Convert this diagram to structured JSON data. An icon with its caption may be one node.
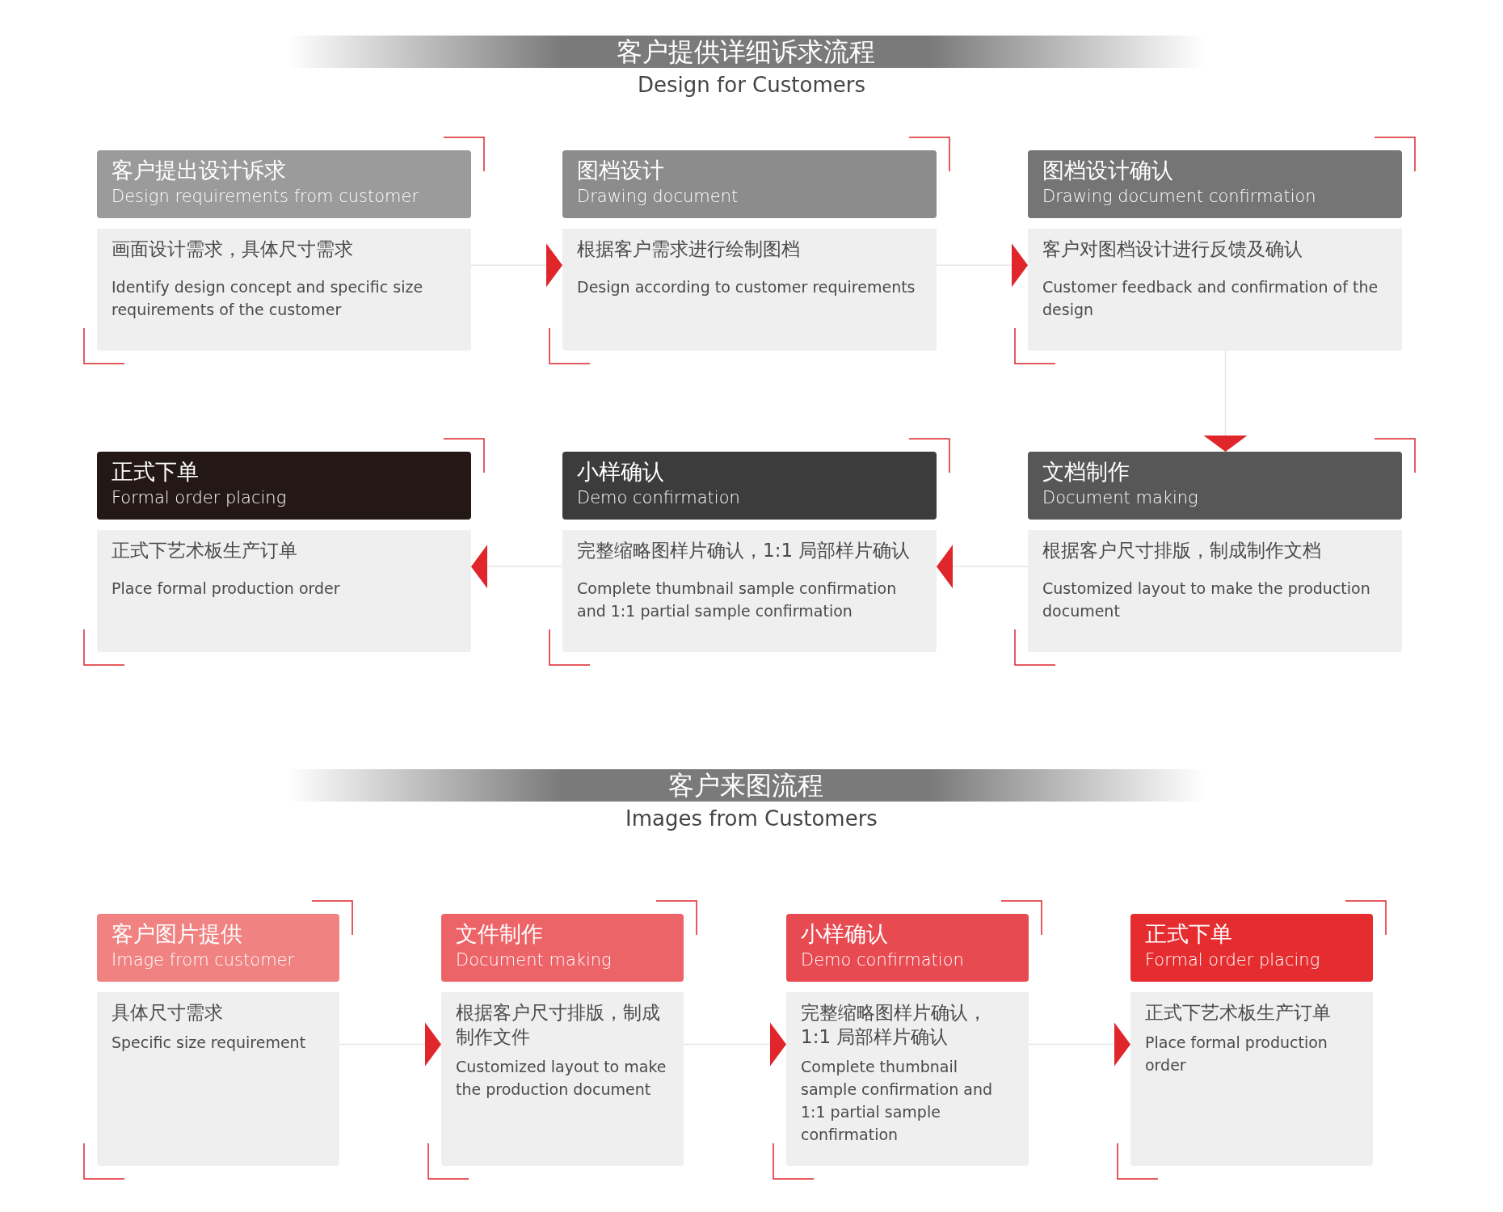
{
  "diagram": {
    "title": "客户提供详细诉求流程",
    "nodes": [
      {
        "text": [
          "客户提出设计诉求",
          "Design requirements from customer",
          "画面设计需求，具体尺寸需求",
          "Identify design concept and specific size requirements of the customer"
        ]
      },
      {
        "text": [
          "图档设计",
          "Drawing document",
          "根据客户需求进行绘制图档",
          "Design according to customer requirements"
        ]
      },
      {
        "text": [
          "图档设计确认",
          "Drawing document confirmation",
          "客户对图档设计进行反馈及确认",
          "Customer feedback and confirmation of the design"
        ]
      },
      {
        "text": [
          "正式下单",
          "Formal order placing",
          "正式下艺术板生产订单",
          "Place formal production order"
        ]
      },
      {
        "text": [
          "小样确认",
          "Demo confirmation",
          "完整缩略图样片确认，1:1 局部样片确认",
          "Complete thumbnail sample confirmation and 1:1 partial sample confirmation"
        ]
      },
      {
        "text": [
          "文档制作",
          "Document making",
          "根据客户尺寸排版，制成制作文档",
          "Customized layout to make the production document"
        ]
      },
      {
        "text": [
          "客户图片提供",
          "Image from customer",
          "具体尺寸需求",
          "Specific size requirement"
        ]
      },
      {
        "text": [
          "文件制作",
          "Document making",
          "根据客户尺寸排版，制成制作文件",
          "Customized layout to make the production document"
        ]
      },
      {
        "text": [
          "小样确认",
          "Demo confirmation",
          "完整缩略图样片确认，1:1 局部样片确认",
          "Complete thumbnail sample confirmation and 1:1 partial sample confirmation"
        ]
      },
      {
        "text": [
          "正式下单",
          "Formal order placing",
          "正式下艺术板生产订单",
          "Place formal production order"
        ]
      }
    ],
    "edges": [
      {
        "from": 0,
        "to": 1,
        "arrow": "to"
      },
      {
        "from": 1,
        "to": 2,
        "arrow": "to"
      },
      {
        "from": 2,
        "to": 5,
        "arrow": "to"
      },
      {
        "from": 5,
        "to": 4,
        "arrow": "to"
      },
      {
        "from": 4,
        "to": 3,
        "arrow": "to"
      },
      {
        "from": 6,
        "to": 7,
        "arrow": "to"
      },
      {
        "from": 7,
        "to": 8,
        "arrow": "to"
      },
      {
        "from": 8,
        "to": 9,
        "arrow": "to"
      }
    ],
    "labels": [
      "Design for Customers",
      "客户来图流程",
      "Images from Customers"
    ]
  }
}
